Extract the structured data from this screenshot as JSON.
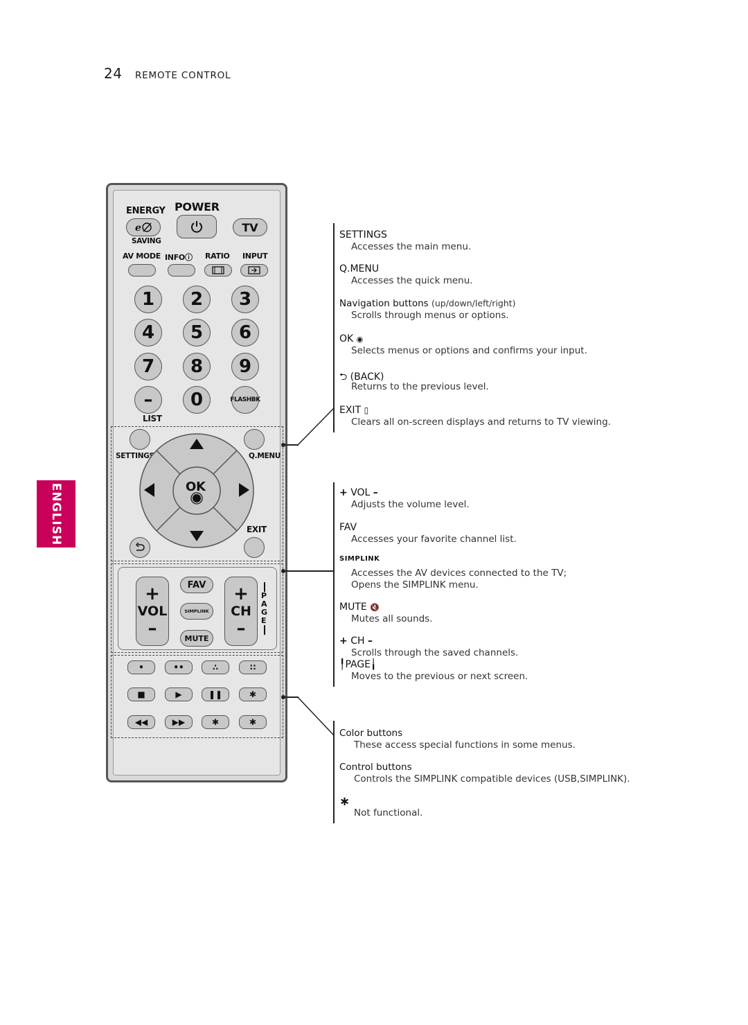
{
  "header": {
    "page_number": "24",
    "section": "REMOTE CONTROL"
  },
  "side_tab": "ENGLISH",
  "remote": {
    "energy": "ENERGY",
    "saving": "SAVING",
    "power": "POWER",
    "tv": "TV",
    "av_mode": "AV MODE",
    "info": "INFOⓘ",
    "ratio": "RATIO",
    "input": "INPUT",
    "numbers": [
      "1",
      "2",
      "3",
      "4",
      "5",
      "6",
      "7",
      "8",
      "9",
      "–",
      "0"
    ],
    "flashbk": "FLASHBK",
    "list": "LIST",
    "settings": "SETTINGS",
    "qmenu": "Q.MENU",
    "ok": "OK",
    "exit": "EXIT",
    "fav": "FAV",
    "vol": "VOL",
    "ch": "CH",
    "simplink": "SIMPLINK",
    "mute": "MUTE",
    "page_vertical": [
      "P",
      "A",
      "G",
      "E"
    ]
  },
  "descriptions": {
    "settings": {
      "term": "SETTINGS",
      "desc": "Accesses the main menu."
    },
    "qmenu": {
      "term": "Q.MENU",
      "desc": "Accesses the quick menu."
    },
    "nav": {
      "term": "Navigation buttons",
      "term_note": "(up/down/left/right)",
      "desc": "Scrolls through menus or options."
    },
    "ok": {
      "term": "OK",
      "desc": "Selects menus or options and confirms your input."
    },
    "back": {
      "term": "(BACK)",
      "desc": "Returns to the previous level."
    },
    "exit": {
      "term": "EXIT",
      "desc": "Clears all on-screen displays and returns to TV viewing."
    },
    "vol": {
      "term": "VOL",
      "desc": "Adjusts the volume level."
    },
    "fav": {
      "term": "FAV",
      "desc": "Accesses your favorite channel list."
    },
    "simplink": {
      "term": "SIMPLINK",
      "desc1": "Accesses the AV devices connected to the TV;",
      "desc2": "Opens the SIMPLINK menu."
    },
    "mute": {
      "term": "MUTE",
      "desc": "Mutes all sounds."
    },
    "ch": {
      "term": "CH",
      "desc": "Scrolls through the saved channels."
    },
    "page": {
      "term": "PAGE",
      "desc": "Moves to the previous or next screen."
    },
    "color": {
      "term": "Color buttons",
      "desc": "These access special functions in some menus."
    },
    "control": {
      "term": "Control buttons",
      "desc": "Controls the SIMPLINK compatible devices (USB,SIMPLINK)."
    },
    "star": {
      "term": "∗",
      "desc": "Not functional."
    }
  }
}
